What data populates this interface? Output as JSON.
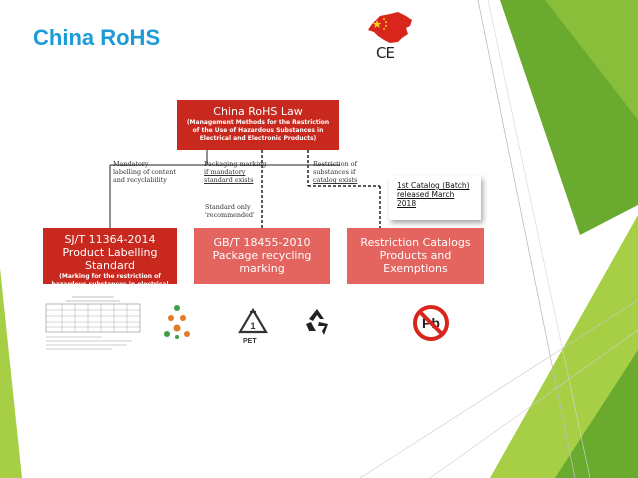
{
  "slide": {
    "title": "China RoHS",
    "law_box": {
      "title": "China RoHS Law",
      "subtitle": "(Management Methods for the Restriction of the Use of Hazardous Substances in Electrical and Electronic Products)"
    },
    "connectors": {
      "left": {
        "line1": "Mandatory",
        "line2": "labelling of content",
        "line3": "and recyclability"
      },
      "middle": {
        "line1": "Packaging marking",
        "line2": "if mandatory",
        "line3": "standard exists"
      },
      "right": {
        "line1": "Restriction of",
        "line2": "substances if",
        "line3": "catalog exists"
      },
      "standard_note": {
        "line1": "Standard only",
        "line2": "'recommended'"
      }
    },
    "catalog_note": {
      "line1": "1st Catalog (Batch)",
      "line2": "released March",
      "line3": "2018"
    },
    "boxes": [
      {
        "title1": "SJ/T 11364-2014",
        "title2": "Product Labelling Standard",
        "subtitle": "(Marking for the restriction of hazardous substances in electrical and electronic products)"
      },
      {
        "title1": "GB/T 18455-2010",
        "title2": "Package recycling marking"
      },
      {
        "title1": "Restriction Catalogs",
        "title2": "Products and Exemptions"
      }
    ],
    "icons": {
      "ce_mark": "CE",
      "pet_label": "PET",
      "lead_symbol": "Pb"
    },
    "colors": {
      "title": "#1b9bd7",
      "dark_red": "#c8281d",
      "light_red": "#e46560",
      "green_light": "#a6cf45",
      "green_dark": "#6aaa2e"
    }
  }
}
